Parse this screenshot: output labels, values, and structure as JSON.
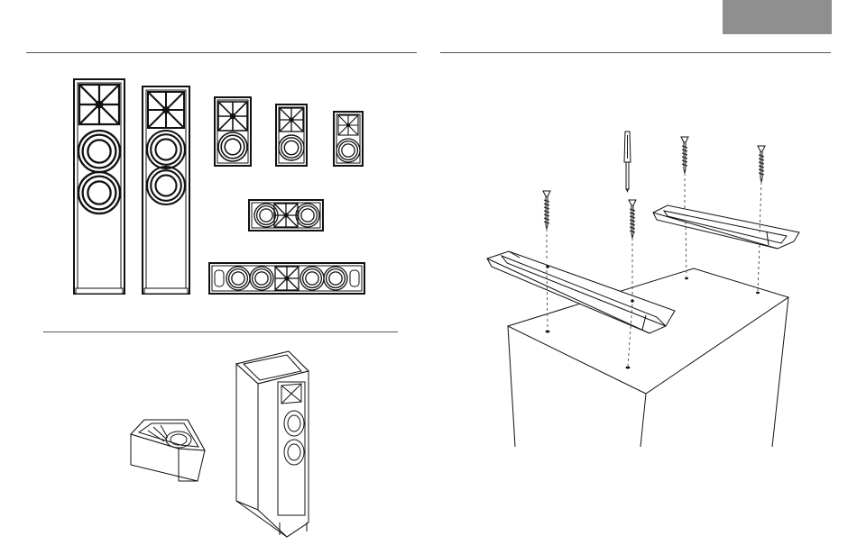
{
  "page": {
    "tab_color": "#8f8f8f",
    "rule_color": "#555555"
  },
  "figures": [
    {
      "name": "speaker-lineup",
      "items": [
        "tower-3-driver",
        "tower-2-driver",
        "bookshelf-large",
        "bookshelf-medium",
        "bookshelf-small",
        "center-channel",
        "soundbar"
      ]
    },
    {
      "name": "elevation-speakers",
      "items": [
        "elevation-module",
        "tower-with-elevation"
      ]
    },
    {
      "name": "mounting-assembly",
      "items": [
        "screwdriver-icon",
        "screws",
        "mounting-brackets",
        "speaker-top"
      ]
    }
  ]
}
